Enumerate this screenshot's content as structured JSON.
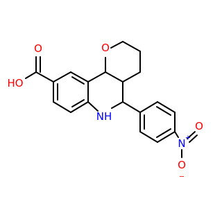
{
  "atoms": {
    "O_acid_double": {
      "text": "O",
      "color": "#ff0000"
    },
    "OH_acid": {
      "text": "HO",
      "color": "#ff0000"
    },
    "O_ring": {
      "text": "O",
      "color": "#ff0000"
    },
    "NH": {
      "text": "NH",
      "color": "#0000ff"
    },
    "N_nitro": {
      "text": "N",
      "color": "#0000ff",
      "charge": "+"
    },
    "O_nitro_top": {
      "text": "O",
      "color": "#ff0000"
    },
    "O_nitro_bottom": {
      "text": "O",
      "color": "#ff0000",
      "charge": "−"
    }
  }
}
